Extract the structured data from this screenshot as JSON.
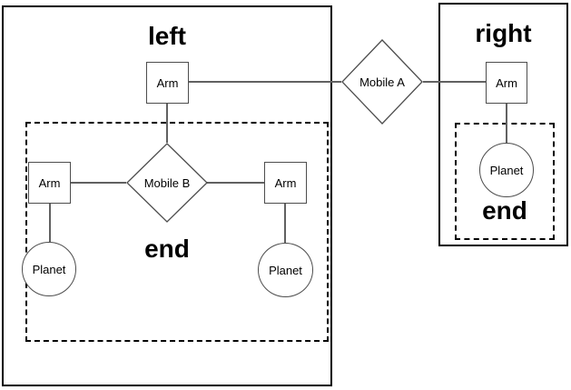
{
  "diagram": {
    "background": "#ffffff",
    "colors": {
      "container_stroke": "#000000",
      "shape_stroke": "#4d4d4d",
      "connector": "#616161",
      "text": "#000000"
    },
    "left_group": {
      "title": "left",
      "arm_top": {
        "label": "Arm"
      },
      "end_group": {
        "title": "end",
        "arm_left": {
          "label": "Arm"
        },
        "arm_right": {
          "label": "Arm"
        },
        "mobile_b": {
          "label": "Mobile B"
        },
        "planet_left": {
          "label": "Planet"
        },
        "planet_right": {
          "label": "Planet"
        }
      }
    },
    "mobile_a": {
      "label": "Mobile A"
    },
    "right_group": {
      "title": "right",
      "arm": {
        "label": "Arm"
      },
      "end_group": {
        "title": "end",
        "planet": {
          "label": "Planet"
        }
      }
    }
  }
}
